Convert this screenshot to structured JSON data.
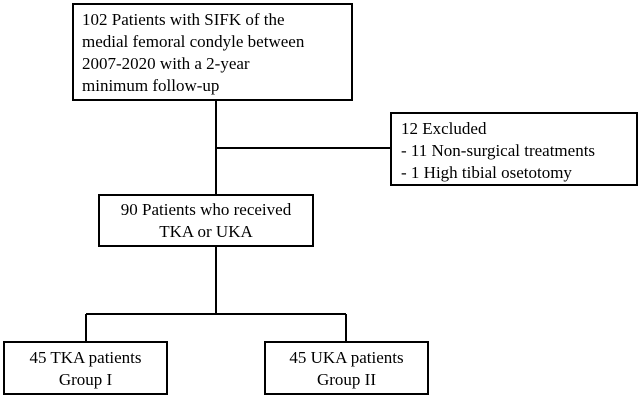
{
  "flowchart": {
    "top_box": {
      "lines": [
        "102 Patients with SIFK of the",
        "medial femoral condyle between",
        "2007-2020 with a 2-year",
        "minimum follow-up"
      ]
    },
    "excluded_box": {
      "lines": [
        "12 Excluded",
        "- 11 Non-surgical treatments",
        "- 1 High tibial osetotomy"
      ]
    },
    "middle_box": {
      "lines": [
        "90 Patients who received",
        "TKA or UKA"
      ]
    },
    "group1_box": {
      "lines": [
        "45 TKA patients",
        "Group I"
      ]
    },
    "group2_box": {
      "lines": [
        "45 UKA patients",
        "Group II"
      ]
    },
    "line_color": "#000000",
    "box_border_color": "#000000"
  }
}
